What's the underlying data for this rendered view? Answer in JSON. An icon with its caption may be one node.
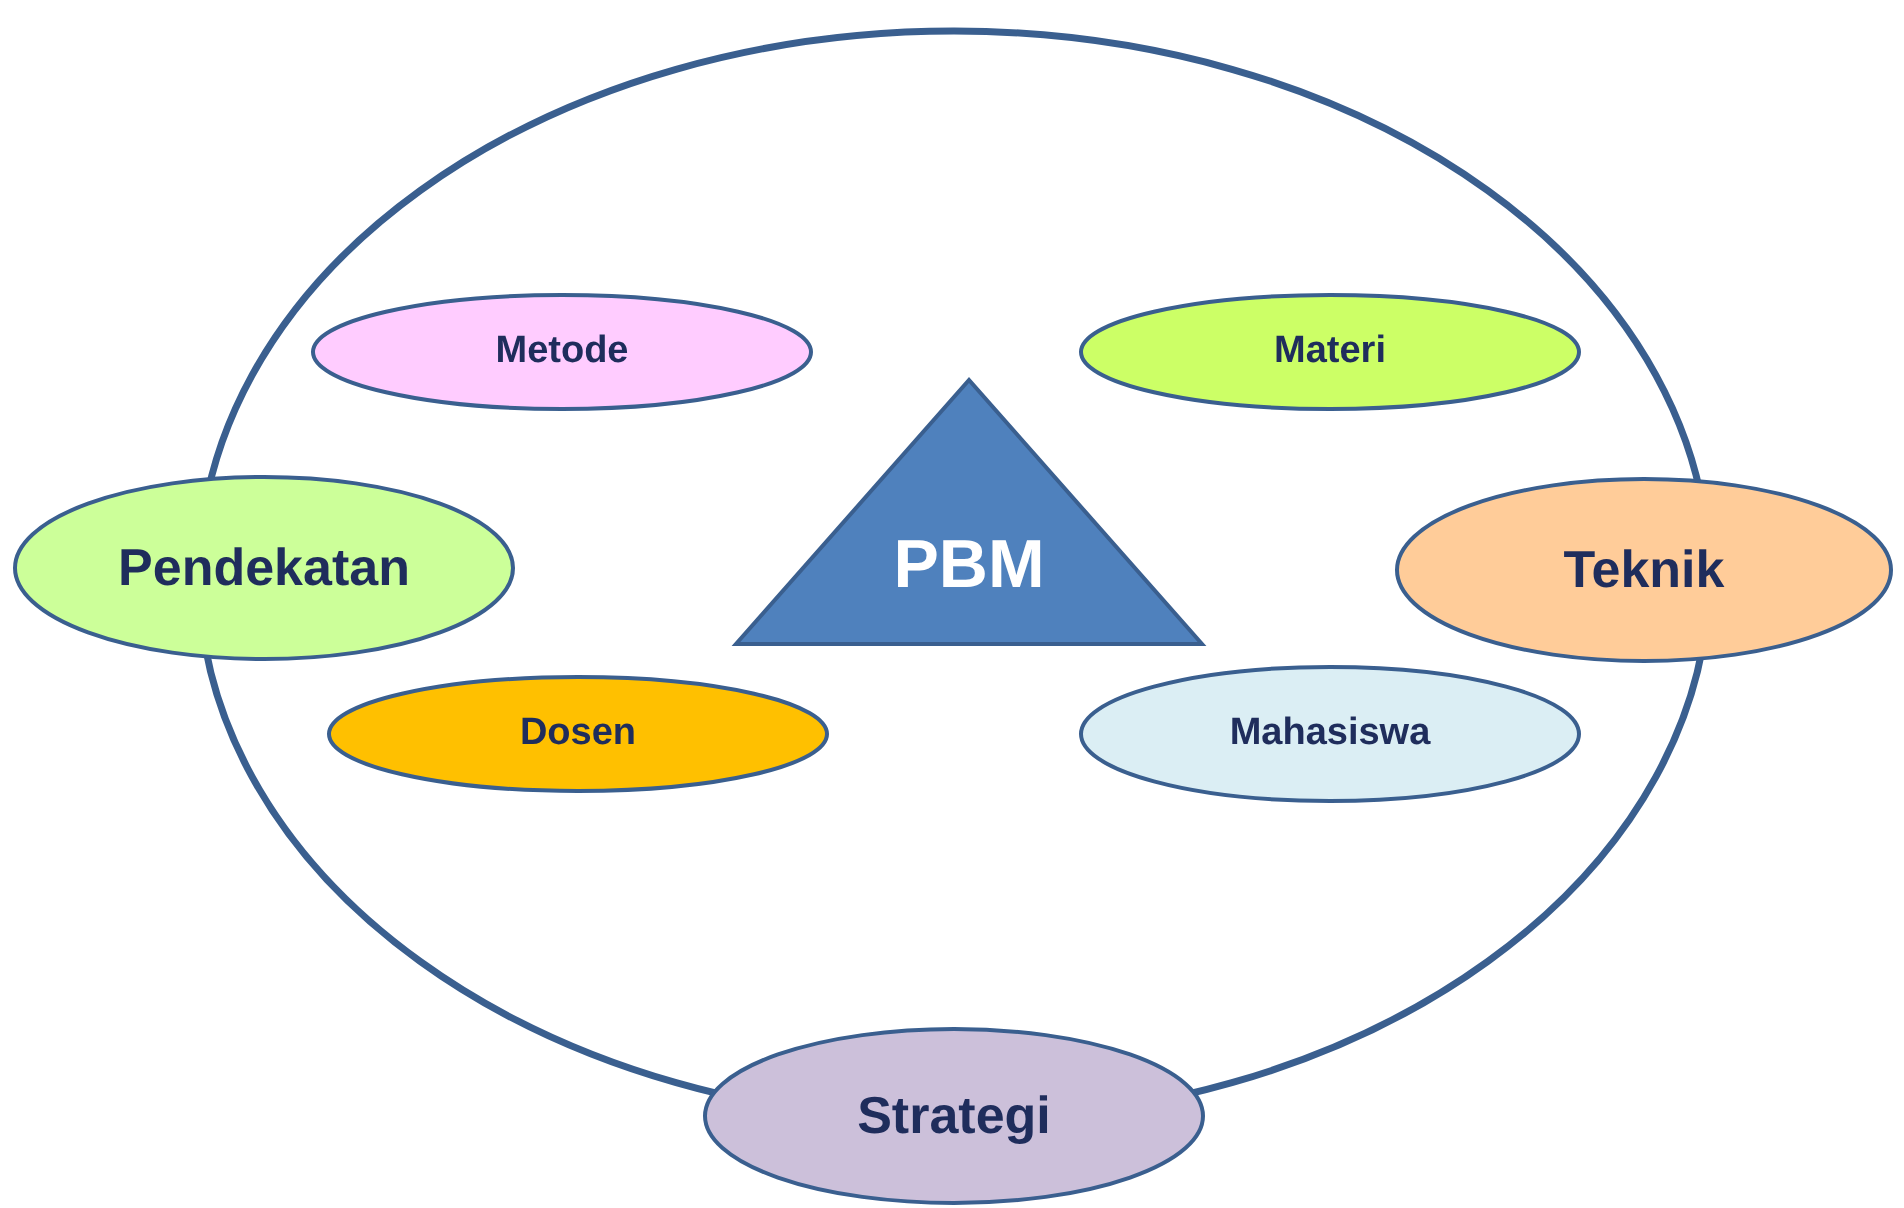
{
  "diagram": {
    "nodes": [
      {
        "text": [],
        "shape": "ellipse"
      },
      {
        "text": [
          "Metode"
        ],
        "in": 0
      },
      {
        "text": [
          "Materi"
        ],
        "in": 0
      },
      {
        "text": [
          "Pendekatan"
        ]
      },
      {
        "text": [
          "PBM"
        ],
        "in": 0
      },
      {
        "text": [
          "Teknik"
        ]
      },
      {
        "text": [
          "Dosen"
        ],
        "in": 0
      },
      {
        "text": [
          "Mahasiswa"
        ],
        "in": 0
      },
      {
        "text": [
          "Strategi"
        ]
      }
    ],
    "edges": []
  }
}
